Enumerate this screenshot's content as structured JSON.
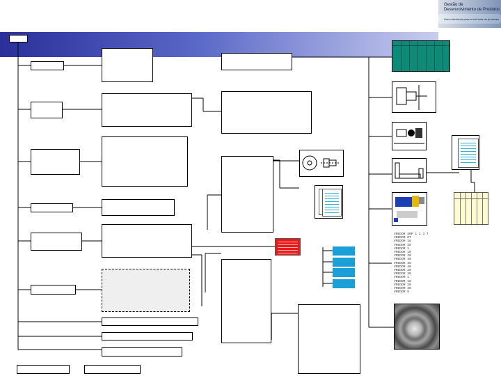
{
  "header": {
    "logo_line1": "Gestão de",
    "logo_line2": "Desenvolvimento de Produtos",
    "logo_line3": "Uma referência para a melhoria do processo",
    "accent_color": "#2a2f9a"
  },
  "code_list": [
    "VREDOR SRP 1 2 3 T",
    "VREDOR OT",
    "VREDOR 16",
    "VREDOR 20",
    "VREDOR 1",
    "VREDOR 10",
    "VREDOR 20",
    "VREDOR 30",
    "VREDOR 35",
    "VREDOR 40",
    "VREDOR 20",
    "VREDOR 30",
    "VREDOR 1",
    "VREDOR 16",
    "VREDOR 20",
    "VREDOR 30",
    "VREDOR 5"
  ]
}
